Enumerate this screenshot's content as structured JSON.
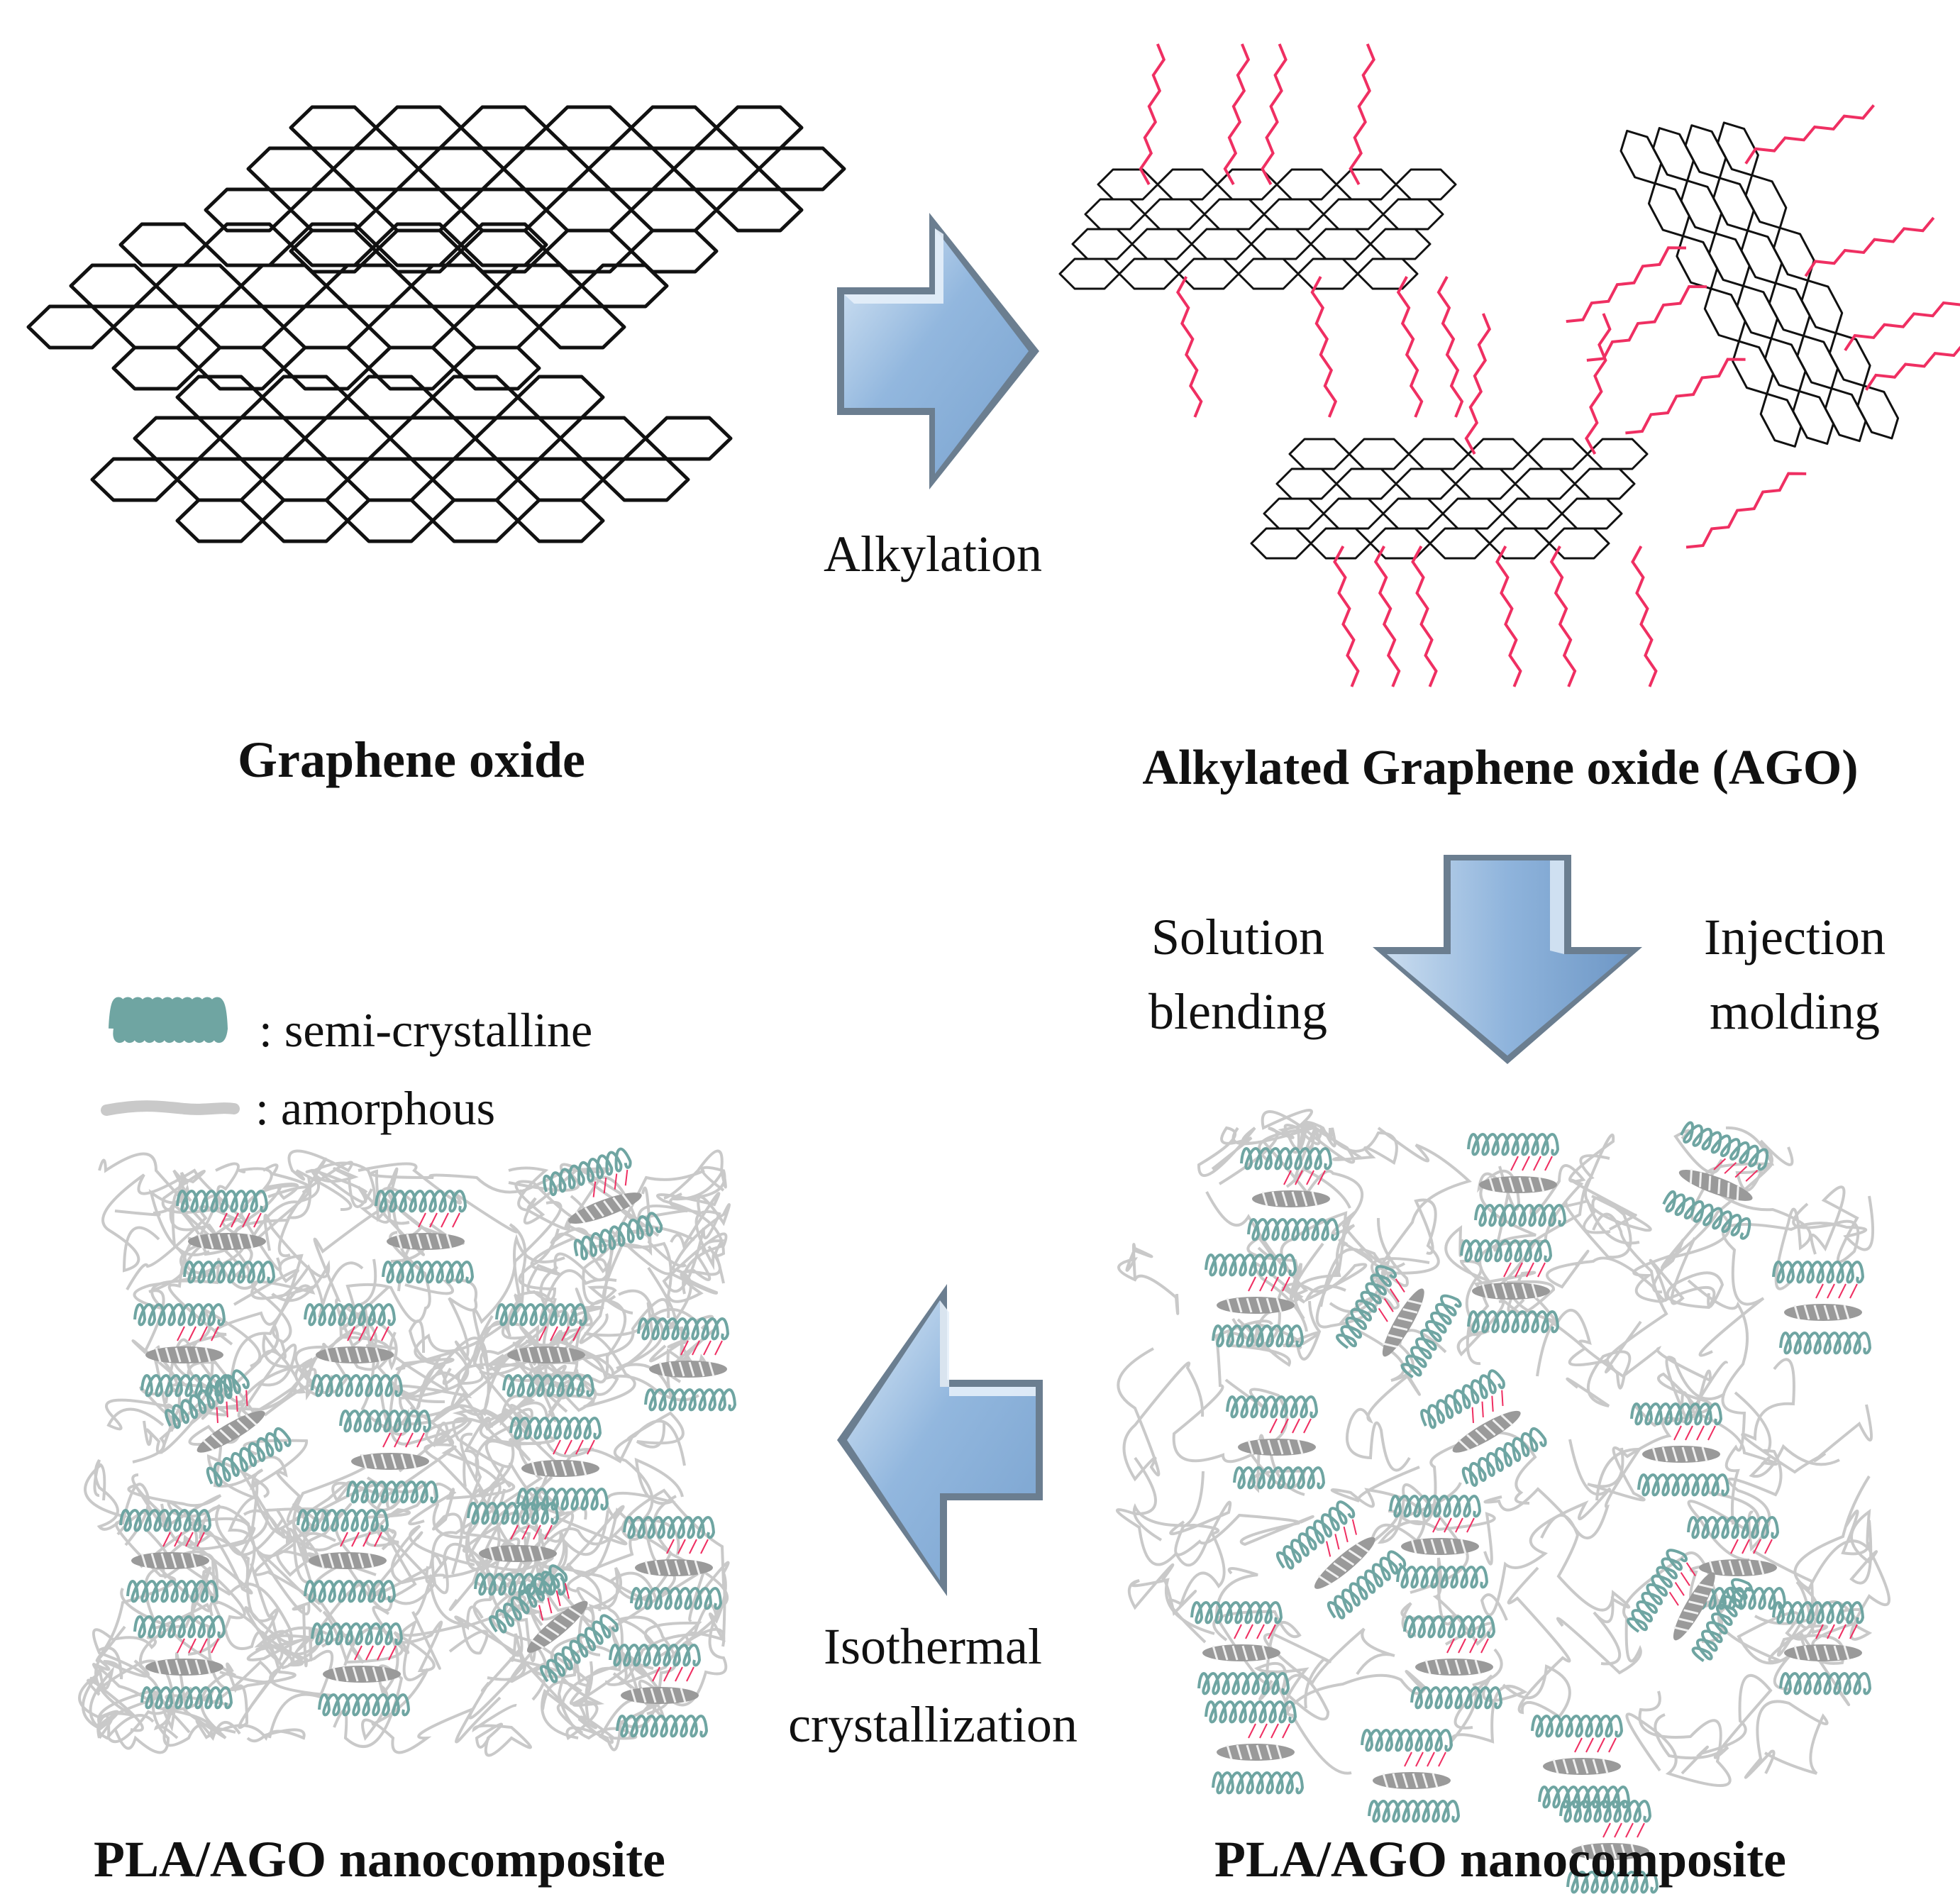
{
  "panels": {
    "graphene_oxide": {
      "title": "Graphene oxide"
    },
    "ago": {
      "title": "Alkylated Graphene oxide (AGO)"
    },
    "composite_right": {
      "title": "PLA/AGO nanocomposite"
    },
    "composite_left": {
      "title": "PLA/AGO nanocomposite"
    }
  },
  "steps": {
    "alkylation": "Alkylation",
    "solution_blending": [
      "Solution",
      "blending"
    ],
    "injection_molding": [
      "Injection",
      "molding"
    ],
    "isothermal": [
      "Isothermal",
      "crystallization"
    ]
  },
  "legend": {
    "semi_crystalline": ": semi-crystalline",
    "amorphous": ": amorphous"
  },
  "colors": {
    "arrow_fill": "#8fb4dc",
    "arrow_light": "#d7e6f4",
    "arrow_edge": "#6b7e90",
    "alkyl_chain": "#ef2f62",
    "crystal": "#6fa5a2",
    "amorphous": "#c9c9c9",
    "lattice": "#111111"
  }
}
